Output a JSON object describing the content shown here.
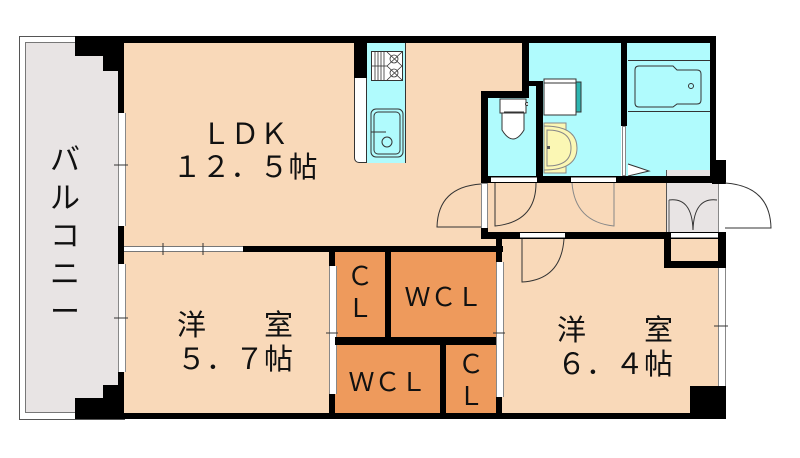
{
  "floor_plan": {
    "colors": {
      "wall": "#000000",
      "living_floor": "#f9d9b9",
      "wet_area": "#b0fbfd",
      "balcony_genkan": "#e8e4e4",
      "closet": "#ee9a5c",
      "washbasin": "#fbf7b4"
    },
    "rooms": {
      "balcony": {
        "label": "バルコニー"
      },
      "ldk": {
        "label_line1": "ＬＤＫ",
        "label_line2": "１２．５帖",
        "type": "LDK",
        "size_jo": 12.5
      },
      "western_room_1": {
        "label_line1": "洋　　室",
        "label_line2": "５．７帖",
        "type": "洋室",
        "size_jo": 5.7
      },
      "western_room_2": {
        "label_line1": "洋　　室",
        "label_line2": "６．４帖",
        "type": "洋室",
        "size_jo": 6.4
      },
      "closet_1": {
        "label_line1": "Ｃ",
        "label_line2": "Ｌ"
      },
      "walk_in_closet_1": {
        "label": "ＷＣＬ"
      },
      "walk_in_closet_2": {
        "label": "ＷＣＬ"
      },
      "closet_2": {
        "label_line1": "Ｃ",
        "label_line2": "Ｌ"
      }
    },
    "fixtures": [
      "stove-icon",
      "sink-icon",
      "toilet-icon",
      "washing-machine-icon",
      "washbasin-icon",
      "bathtub-icon"
    ]
  }
}
